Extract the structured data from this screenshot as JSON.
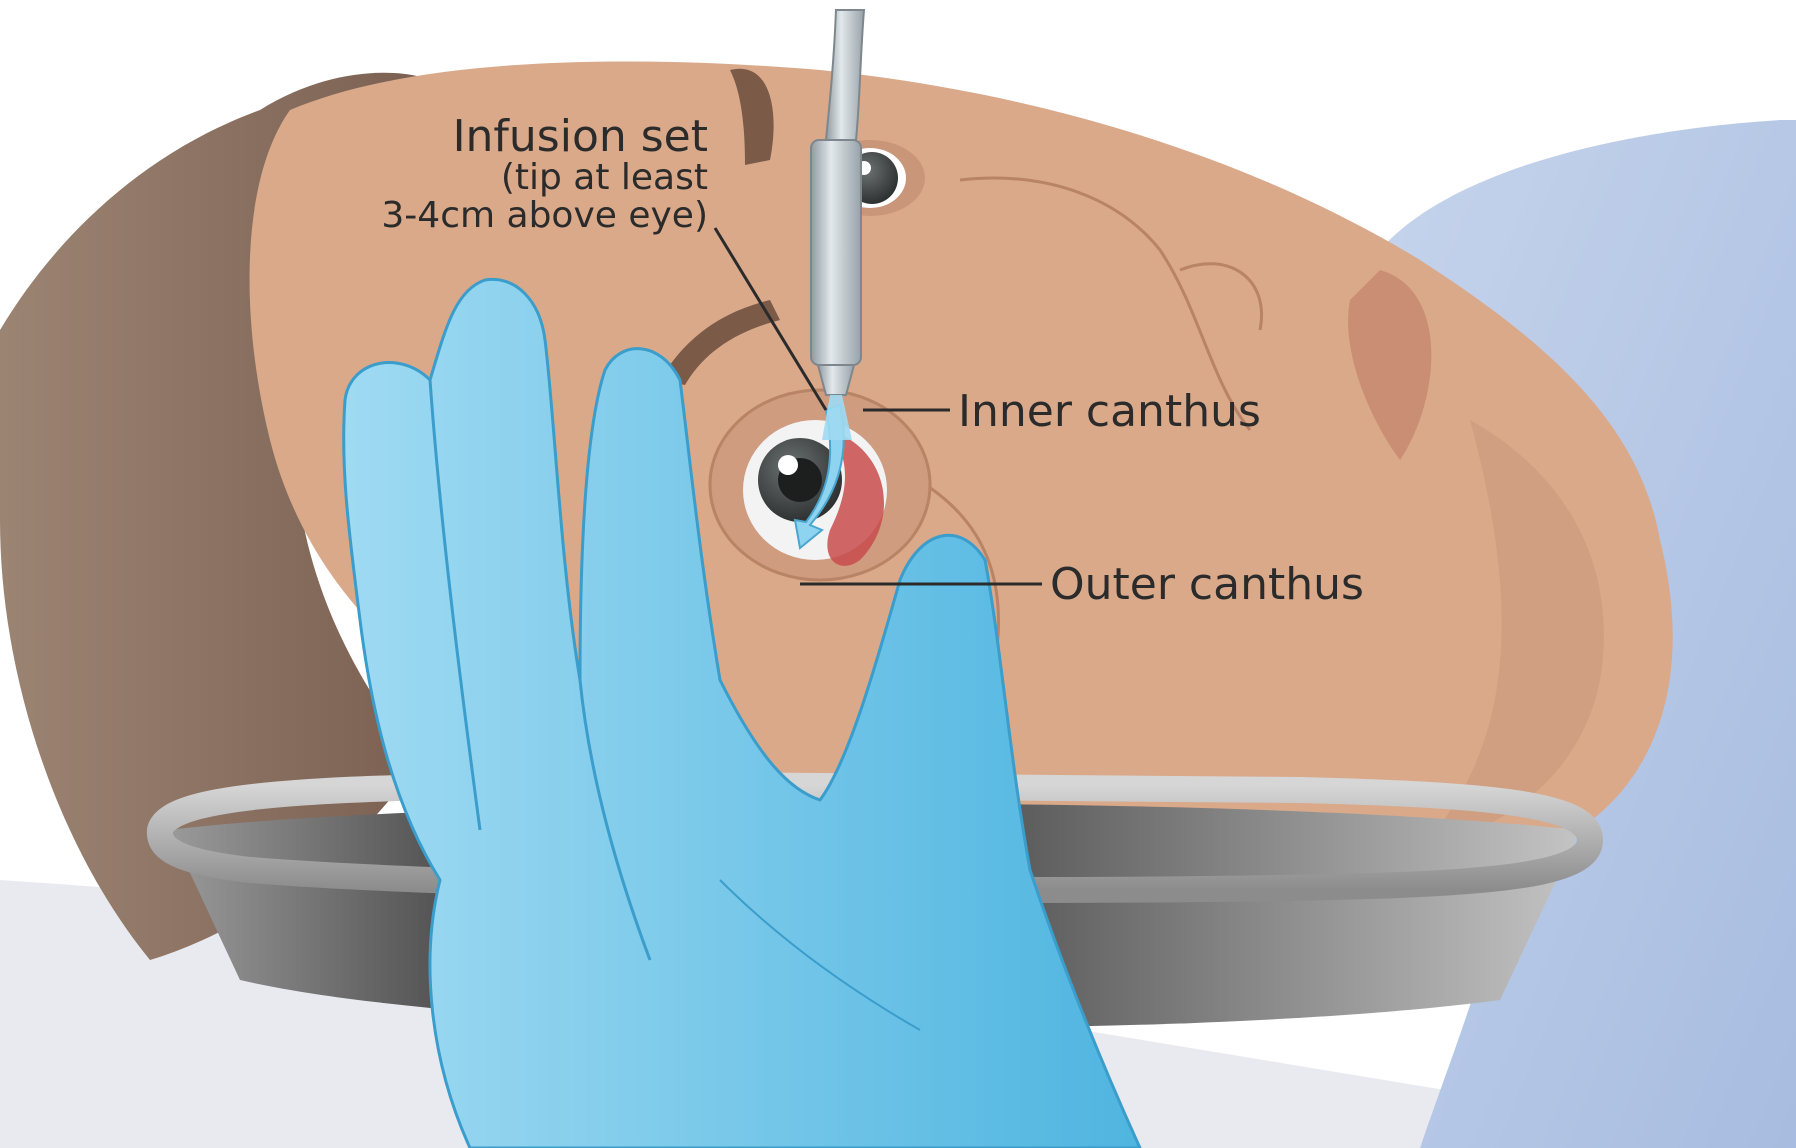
{
  "diagram": {
    "labels": {
      "infusion_set": "Infusion set",
      "tip_note_1": "(tip at least",
      "tip_note_2": "3-4cm above eye)",
      "inner_canthus": "Inner canthus",
      "outer_canthus": "Outer canthus"
    },
    "colors": {
      "skin": "#d9a98a",
      "hair": "#8a6e5e",
      "glove": "#69c2e6",
      "pillow": "#b6c8e6",
      "basin": "#5c5c5c",
      "tube": "#a9b4bb",
      "sheet": "#e9eaf0",
      "lip": "#c98e73"
    },
    "icons": [
      "eye",
      "hand",
      "basin",
      "infusion-tube",
      "flow-arrow"
    ]
  }
}
